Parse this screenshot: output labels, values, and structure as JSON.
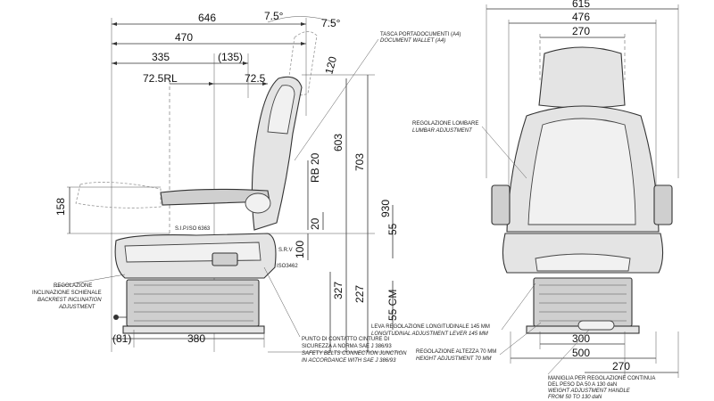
{
  "side_view": {
    "dimensions": {
      "overall_depth": "646",
      "depth_470": "470",
      "depth_335": "335",
      "depth_135": "(135)",
      "slide_72_5rl": "72.5RL",
      "slide_72_5": "72.5",
      "angle_left": "7.5°",
      "angle_right": "7.5°",
      "headrest_120": "120",
      "backrest_rb20": "RB 20",
      "rb_20": "20",
      "height_603": "603",
      "height_703": "703",
      "height_930": "930",
      "armrest_158": "158",
      "sip_100": "100",
      "height_327": "327",
      "height_227": "227",
      "stroke_55": "55",
      "stroke_55_cm": "55  CM",
      "base_380": "380",
      "offset_81": "(81)"
    },
    "labels": {
      "sip_iso": "S.I.P.ISO 6363",
      "srv": "S.R.V",
      "iso3462": "ISO3462"
    },
    "callouts": {
      "document_pocket_it": "TASCA PORTADOCUMENTI (A4)",
      "document_pocket_en": "DOCUMENT WALLET (A4)",
      "backrest_adj": [
        "REGOLAZIONE",
        "INCLINAZIONE SCHIENALE",
        "BACKREST INCLINATION",
        "ADJUSTMENT"
      ],
      "seatbelt": [
        "PUNTO DI CONTATTO CINTURE DI",
        "SICUREZZA A NORMA SAE J 386/93",
        "SAFETY BELTS CONNECTION JUNCTION",
        "IN ACCORDANCE WITH SAE J 386/93"
      ]
    }
  },
  "front_view": {
    "dimensions": {
      "overall_width": "615",
      "width_476": "476",
      "width_270_top": "270",
      "width_300": "300",
      "width_500": "500",
      "width_270_bottom": "270"
    },
    "callouts": {
      "lumbar_it": "REGOLAZIONE LOMBARE",
      "lumbar_en": "LUMBAR ADJUSTMENT",
      "longitudinal_it": "LEVA REGOLAZIONE LONGITUDINALE 145 MM",
      "longitudinal_en": "LONGITUDINAL ADJUSTMENT LEVER 145 MM",
      "height_it": "REGOLAZIONE ALTEZZA 70 MM",
      "height_en": "HEIGHT ADJUSTMENT 70 MM",
      "weight": [
        "MANIGLIA PER REGOLAZIONE CONTINUA",
        "DEL PESO DA 50 A 130 daN",
        "WEIGHT ADJUSTMENT HANDLE",
        "FROM 50 TO 130 daN"
      ]
    }
  }
}
